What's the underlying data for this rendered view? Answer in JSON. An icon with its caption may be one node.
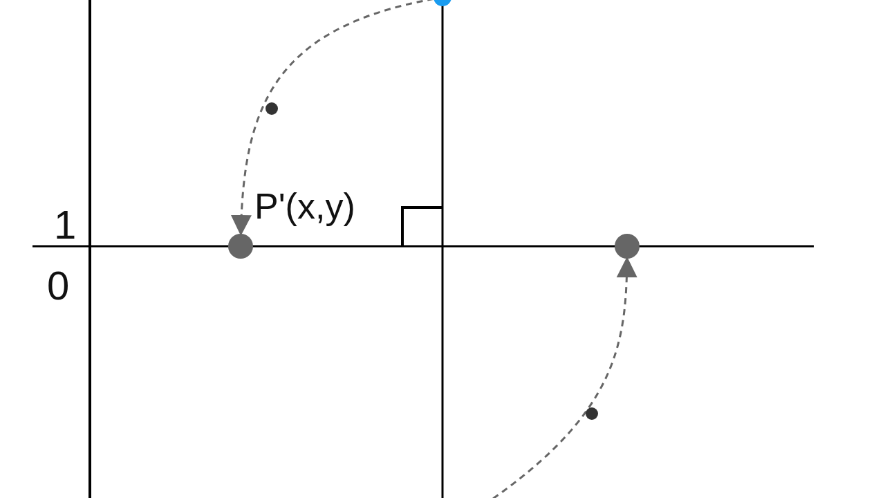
{
  "diagram": {
    "nodes": [
      {
        "text": [],
        "shape": "circle"
      },
      {
        "text": [],
        "shape": "circle",
        "beside": [
          "P'(x,y)"
        ]
      },
      {
        "text": [],
        "shape": "circle"
      }
    ],
    "edges": [
      {
        "from": 0,
        "to": 1,
        "arrow": "to",
        "style": "dashed"
      },
      {
        "from": null,
        "to": 2,
        "arrow": "to",
        "style": "dashed"
      }
    ],
    "labels": [
      "1",
      "0"
    ]
  }
}
